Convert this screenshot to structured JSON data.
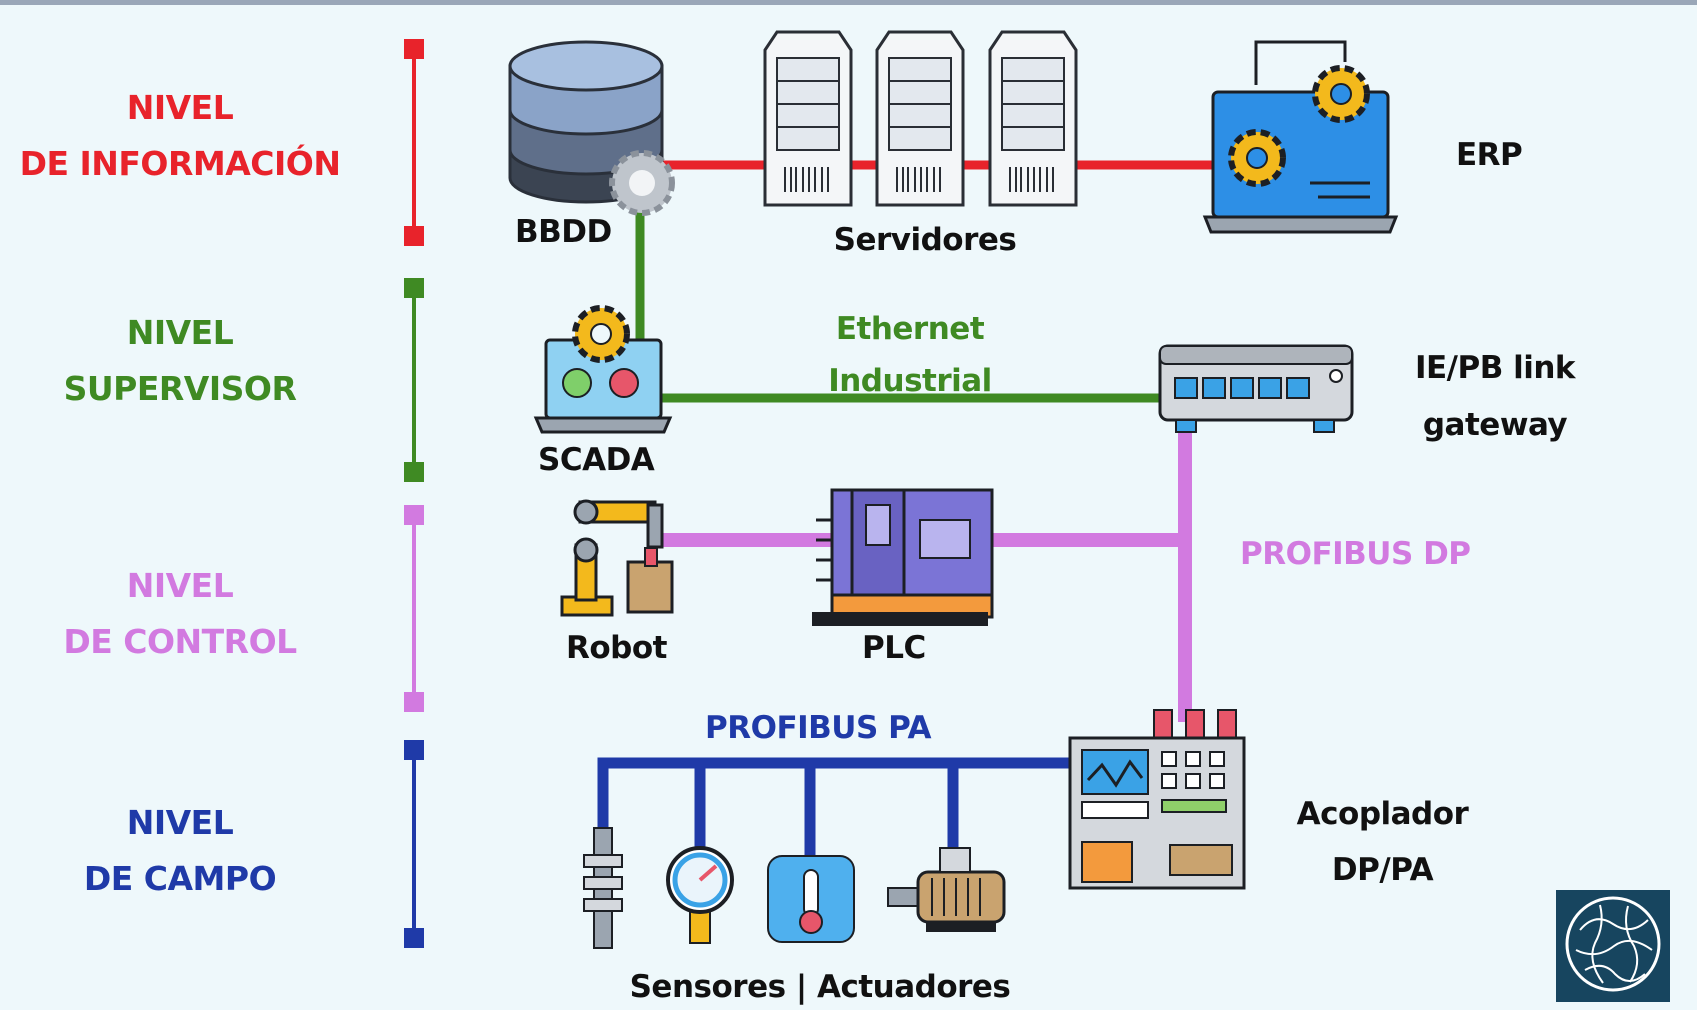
{
  "levels": [
    {
      "line1": "NIVEL",
      "line2": "DE INFORMACIÓN",
      "color": "#e8232b"
    },
    {
      "line1": "NIVEL",
      "line2": "SUPERVISOR",
      "color": "#3f8a23"
    },
    {
      "line1": "NIVEL",
      "line2": "DE CONTROL",
      "color": "#d27ae0"
    },
    {
      "line1": "NIVEL",
      "line2": "DE CAMPO",
      "color": "#1f3aa8"
    }
  ],
  "devices": {
    "bbdd": "BBDD",
    "servers": "Servidores",
    "erp": "ERP",
    "scada": "SCADA",
    "gateway_line1": "IE/PB link",
    "gateway_line2": "gateway",
    "robot": "Robot",
    "plc": "PLC",
    "coupler_line1": "Acoplador",
    "coupler_line2": "DP/PA",
    "field": "Sensores | Actuadores"
  },
  "networks": {
    "ethernet_line1": "Ethernet",
    "ethernet_line2": "Industrial",
    "profibus_dp": "PROFIBUS DP",
    "profibus_pa": "PROFIBUS PA"
  },
  "colors": {
    "information": "#e8232b",
    "supervisor": "#3f8a23",
    "control": "#d27ae0",
    "field": "#1f3aa8",
    "background": "#eef8fb"
  },
  "icons": [
    "database-icon",
    "server-icon",
    "erp-laptop-icon",
    "scada-laptop-icon",
    "gateway-icon",
    "robot-arm-icon",
    "plc-icon",
    "coupler-icon",
    "sensor-icon",
    "pressure-gauge-icon",
    "thermometer-icon",
    "motor-actuator-icon",
    "logo-icon"
  ]
}
